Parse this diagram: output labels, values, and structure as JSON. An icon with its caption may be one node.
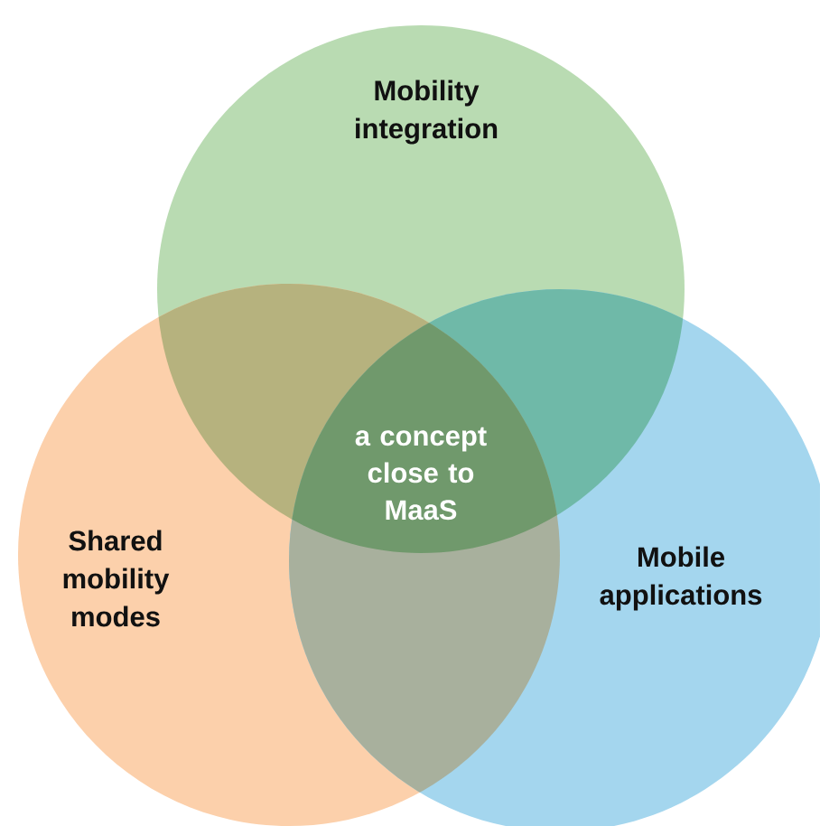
{
  "diagram": {
    "nodes": [
      {
        "text": [
          "Mobility integration"
        ]
      },
      {
        "text": [
          "Shared mobility modes"
        ]
      },
      {
        "text": [
          "Mobile applications"
        ]
      }
    ],
    "labels": [
      "a concept close to MaaS"
    ]
  }
}
